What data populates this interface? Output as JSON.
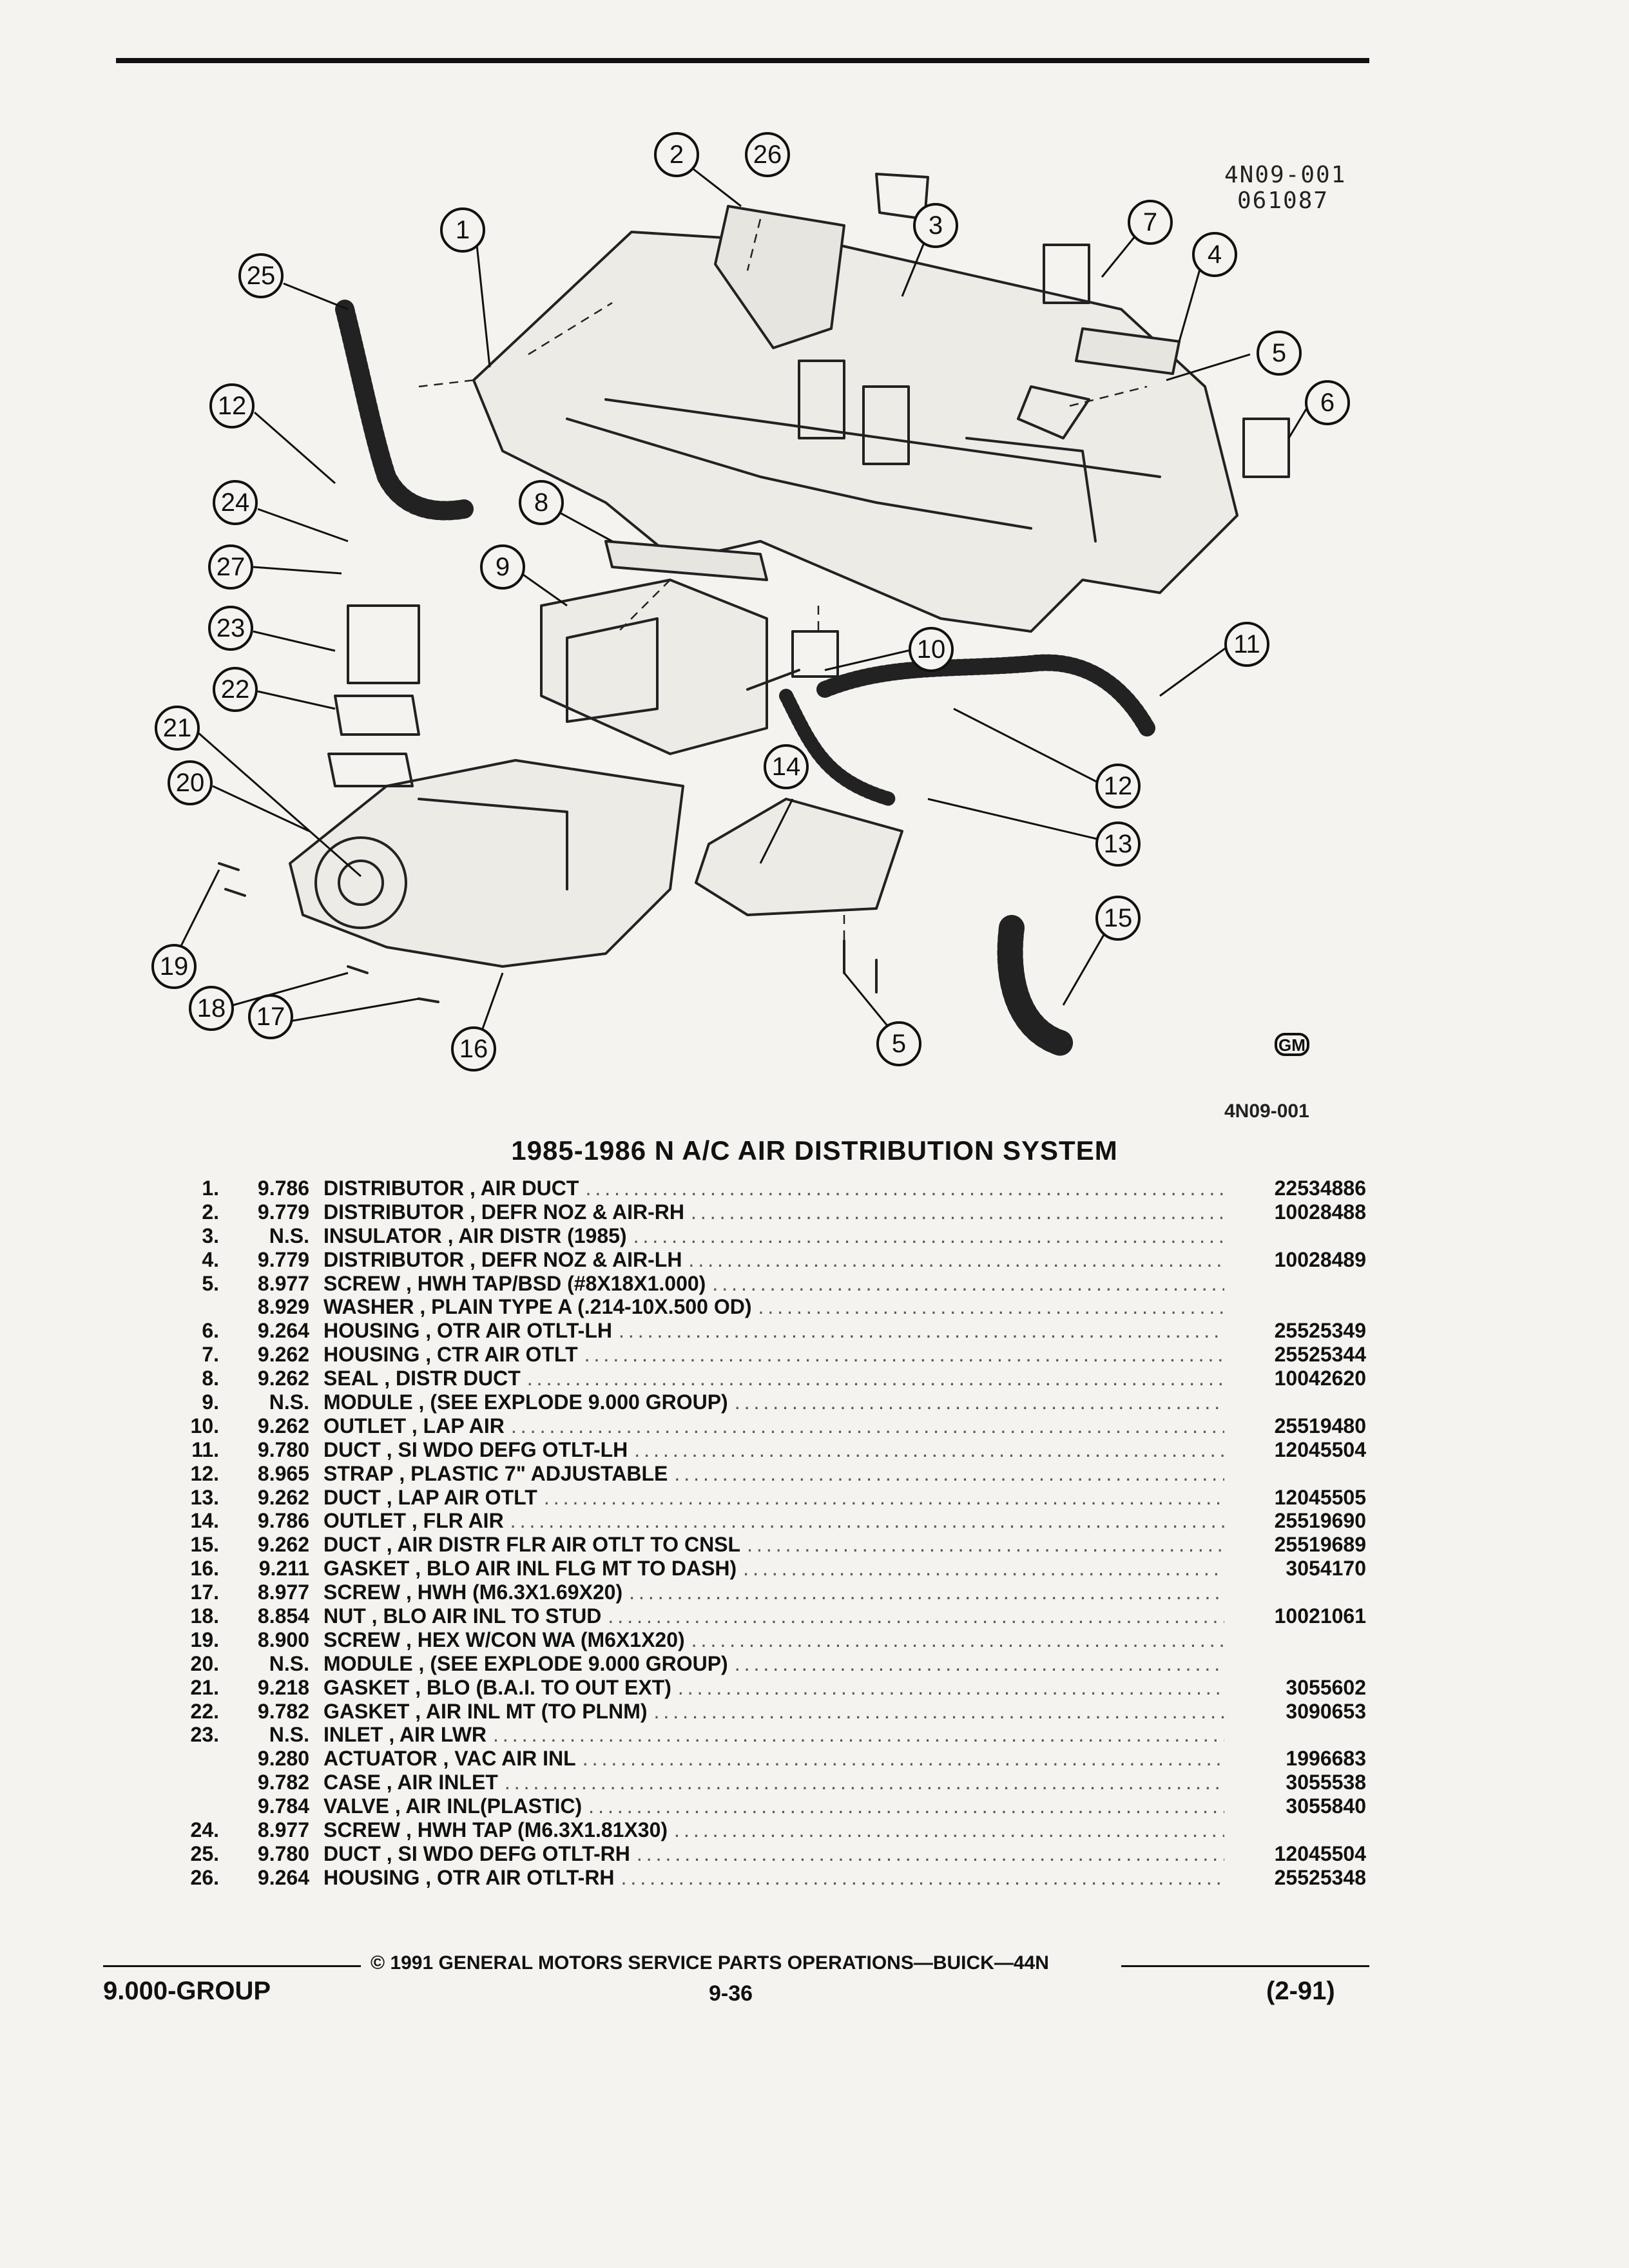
{
  "header": {
    "figure_code": "4N09-001",
    "figure_date": "061087",
    "figure_code_bottom": "4N09-001",
    "logo": "GM"
  },
  "diagram": {
    "callouts": [
      "1",
      "2",
      "26",
      "3",
      "7",
      "4",
      "5",
      "6",
      "25",
      "12",
      "24",
      "27",
      "23",
      "22",
      "21",
      "20",
      "19",
      "18",
      "17",
      "16",
      "8",
      "9",
      "10",
      "11",
      "12",
      "13",
      "14",
      "15",
      "5"
    ]
  },
  "title": "1985-1986 N A/C AIR DISTRIBUTION SYSTEM",
  "parts": [
    {
      "item": "1.",
      "group": "9.786",
      "name": "DISTRIBUTOR",
      "desc": ", AIR DUCT",
      "part": "22534886"
    },
    {
      "item": "2.",
      "group": "9.779",
      "name": "DISTRIBUTOR",
      "desc": ", DEFR NOZ & AIR-RH",
      "part": "10028488"
    },
    {
      "item": "3.",
      "group": "N.S.",
      "name": "INSULATOR",
      "desc": ", AIR DISTR (1985)",
      "part": ""
    },
    {
      "item": "4.",
      "group": "9.779",
      "name": "DISTRIBUTOR",
      "desc": ", DEFR NOZ & AIR-LH",
      "part": "10028489"
    },
    {
      "item": "5.",
      "group": "8.977",
      "name": "SCREW",
      "desc": ", HWH TAP/BSD (#8X18X1.000)",
      "part": ""
    },
    {
      "item": "",
      "group": "8.929",
      "name": "WASHER",
      "desc": ", PLAIN TYPE A (.214-10X.500 OD)",
      "part": ""
    },
    {
      "item": "6.",
      "group": "9.264",
      "name": "HOUSING",
      "desc": ", OTR AIR OTLT-LH",
      "part": "25525349"
    },
    {
      "item": "7.",
      "group": "9.262",
      "name": "HOUSING",
      "desc": ", CTR AIR OTLT",
      "part": "25525344"
    },
    {
      "item": "8.",
      "group": "9.262",
      "name": "SEAL",
      "desc": ", DISTR DUCT",
      "part": "10042620"
    },
    {
      "item": "9.",
      "group": "N.S.",
      "name": "MODULE",
      "desc": ", (SEE EXPLODE 9.000 GROUP)",
      "part": ""
    },
    {
      "item": "10.",
      "group": "9.262",
      "name": "OUTLET",
      "desc": ", LAP AIR",
      "part": "25519480"
    },
    {
      "item": "11.",
      "group": "9.780",
      "name": "DUCT",
      "desc": ", SI WDO DEFG OTLT-LH",
      "part": "12045504"
    },
    {
      "item": "12.",
      "group": "8.965",
      "name": "STRAP",
      "desc": ", PLASTIC 7\" ADJUSTABLE",
      "part": ""
    },
    {
      "item": "13.",
      "group": "9.262",
      "name": "DUCT",
      "desc": ", LAP AIR OTLT",
      "part": "12045505"
    },
    {
      "item": "14.",
      "group": "9.786",
      "name": "OUTLET",
      "desc": ", FLR AIR",
      "part": "25519690"
    },
    {
      "item": "15.",
      "group": "9.262",
      "name": "DUCT",
      "desc": ", AIR DISTR FLR AIR OTLT TO CNSL",
      "part": "25519689"
    },
    {
      "item": "16.",
      "group": "9.211",
      "name": "GASKET",
      "desc": ", BLO AIR INL FLG MT TO DASH)",
      "part": "3054170"
    },
    {
      "item": "17.",
      "group": "8.977",
      "name": "SCREW",
      "desc": ", HWH (M6.3X1.69X20)",
      "part": ""
    },
    {
      "item": "18.",
      "group": "8.854",
      "name": "NUT",
      "desc": ", BLO AIR INL TO STUD",
      "part": "10021061"
    },
    {
      "item": "19.",
      "group": "8.900",
      "name": "SCREW",
      "desc": ", HEX W/CON WA (M6X1X20)",
      "part": ""
    },
    {
      "item": "20.",
      "group": "N.S.",
      "name": "MODULE",
      "desc": ", (SEE EXPLODE 9.000 GROUP)",
      "part": ""
    },
    {
      "item": "21.",
      "group": "9.218",
      "name": "GASKET",
      "desc": ", BLO (B.A.I. TO OUT EXT)",
      "part": "3055602"
    },
    {
      "item": "22.",
      "group": "9.782",
      "name": "GASKET",
      "desc": ", AIR INL MT (TO PLNM)",
      "part": "3090653"
    },
    {
      "item": "23.",
      "group": "N.S.",
      "name": "INLET",
      "desc": ", AIR LWR",
      "part": ""
    },
    {
      "item": "",
      "group": "9.280",
      "name": "ACTUATOR",
      "desc": ", VAC AIR INL",
      "part": "1996683"
    },
    {
      "item": "",
      "group": "9.782",
      "name": "CASE",
      "desc": ", AIR INLET",
      "part": "3055538"
    },
    {
      "item": "",
      "group": "9.784",
      "name": "VALVE",
      "desc": ", AIR INL(PLASTIC)",
      "part": "3055840"
    },
    {
      "item": "24.",
      "group": "8.977",
      "name": "SCREW",
      "desc": ", HWH TAP (M6.3X1.81X30)",
      "part": ""
    },
    {
      "item": "25.",
      "group": "9.780",
      "name": "DUCT",
      "desc": ", SI WDO DEFG OTLT-RH",
      "part": "12045504"
    },
    {
      "item": "26.",
      "group": "9.264",
      "name": "HOUSING",
      "desc": ", OTR AIR OTLT-RH",
      "part": "25525348"
    }
  ],
  "footer": {
    "copyright": "© 1991 GENERAL MOTORS SERVICE PARTS OPERATIONS—BUICK—44N",
    "group": "9.000-GROUP",
    "page": "9-36",
    "date": "(2-91)"
  }
}
